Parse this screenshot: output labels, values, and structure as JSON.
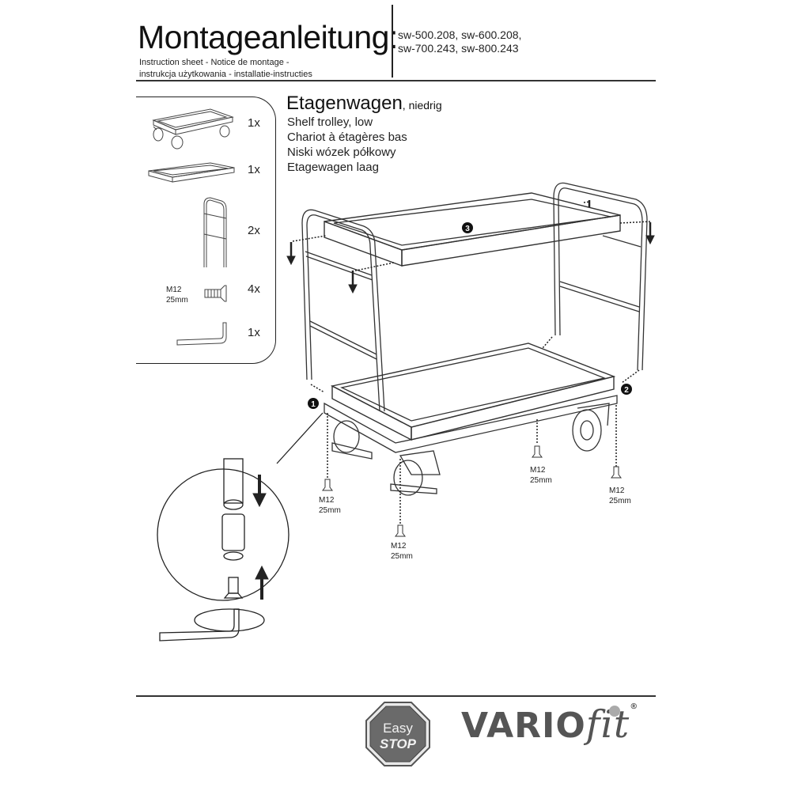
{
  "header": {
    "title": "Montageanleitung:",
    "subtitle_line1": "Instruction sheet - Notice de montage  -",
    "subtitle_line2": "instrukcja użytkowania - installatie-instructies",
    "models_line1": "sw-500.208, sw-600.208,",
    "models_line2": "sw-700.243, sw-800.243"
  },
  "parts_list": {
    "items": [
      {
        "name": "trolley-base-with-castors",
        "qty": "1x"
      },
      {
        "name": "shelf-tray",
        "qty": "1x"
      },
      {
        "name": "push-handle-frame",
        "qty": "2x"
      },
      {
        "name": "screw",
        "qty": "4x",
        "spec_line1": "M12",
        "spec_line2": "25mm"
      },
      {
        "name": "allen-key",
        "qty": "1x"
      }
    ]
  },
  "product": {
    "title_main": "Etagenwagen",
    "title_suffix": ", niedrig",
    "translations": [
      "Shelf trolley, low",
      "Chariot à étagères bas",
      "Niski wózek półkowy",
      "Etagewagen laag"
    ]
  },
  "diagram": {
    "steps": [
      "1",
      "2",
      "3"
    ],
    "screw_labels": [
      {
        "line1": "M12",
        "line2": "25mm"
      },
      {
        "line1": "M12",
        "line2": "25mm"
      },
      {
        "line1": "M12",
        "line2": "25mm"
      },
      {
        "line1": "M12",
        "line2": "25mm"
      }
    ]
  },
  "footer": {
    "easystop_line1": "Easy",
    "easystop_line2": "STOP",
    "brand_main": "VARIO",
    "brand_fit": "fit",
    "brand_reg": "®"
  }
}
